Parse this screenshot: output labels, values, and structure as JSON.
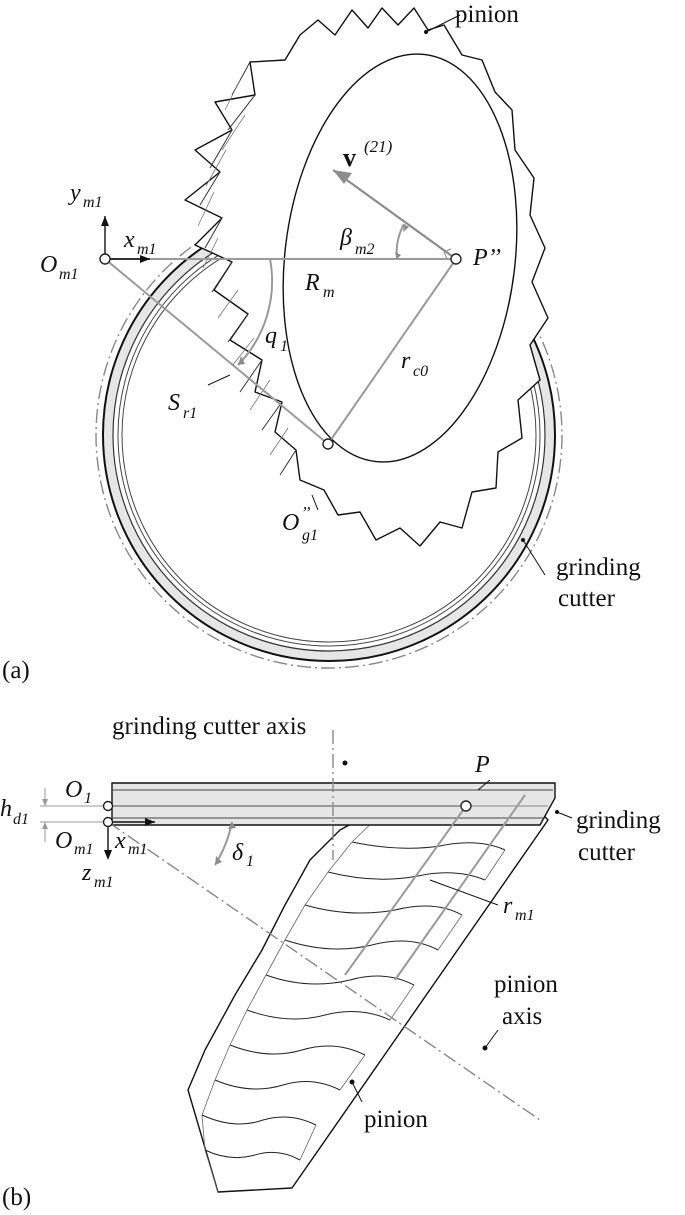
{
  "panel_a": {
    "panel_label": "(a)",
    "label_pinion": "pinion",
    "label_grinding": "grinding",
    "label_cutter": "cutter",
    "label_velocity_main": "v",
    "label_velocity_sup": "(21)",
    "label_ym1_main": "y",
    "label_ym1_sub": "m1",
    "label_xm1_main": "x",
    "label_xm1_sub": "m1",
    "label_Om1_main": "O",
    "label_Om1_sub": "m1",
    "label_beta_main": "β",
    "label_beta_sub": "m2",
    "label_P": "P’’",
    "label_Rm_main": "R",
    "label_Rm_sub": "m",
    "label_q_main": "q",
    "label_q_sub": "1",
    "label_rc0_main": "r",
    "label_rc0_sub": "c0",
    "label_Sr1_main": "S",
    "label_Sr1_sub": "r1",
    "label_Og1_main": "O",
    "label_Og1_sup": "’’",
    "label_Og1_sub": "g1"
  },
  "panel_b": {
    "panel_label": "(b)",
    "label_cutter_axis": "grinding cutter axis",
    "label_P": "P",
    "label_O1_main": "O",
    "label_O1_sub": "1",
    "label_hd1_main": "h",
    "label_hd1_sub": "d1",
    "label_Om1_main": "O",
    "label_Om1_sub": "m1",
    "label_xm1_main": "x",
    "label_xm1_sub": "m1",
    "label_zm1_main": "z",
    "label_zm1_sub": "m1",
    "label_delta_main": "δ",
    "label_delta_sub": "1",
    "label_grinding": "grinding",
    "label_cutter": "cutter",
    "label_rm1_main": "r",
    "label_rm1_sub": "m1",
    "label_pinion_axis_1": "pinion",
    "label_pinion_axis_2": "axis",
    "label_pinion": "pinion"
  },
  "colors": {
    "line": "#222222",
    "construction": "#9a9a9a",
    "cutter_fill": "#e6e6e6"
  }
}
